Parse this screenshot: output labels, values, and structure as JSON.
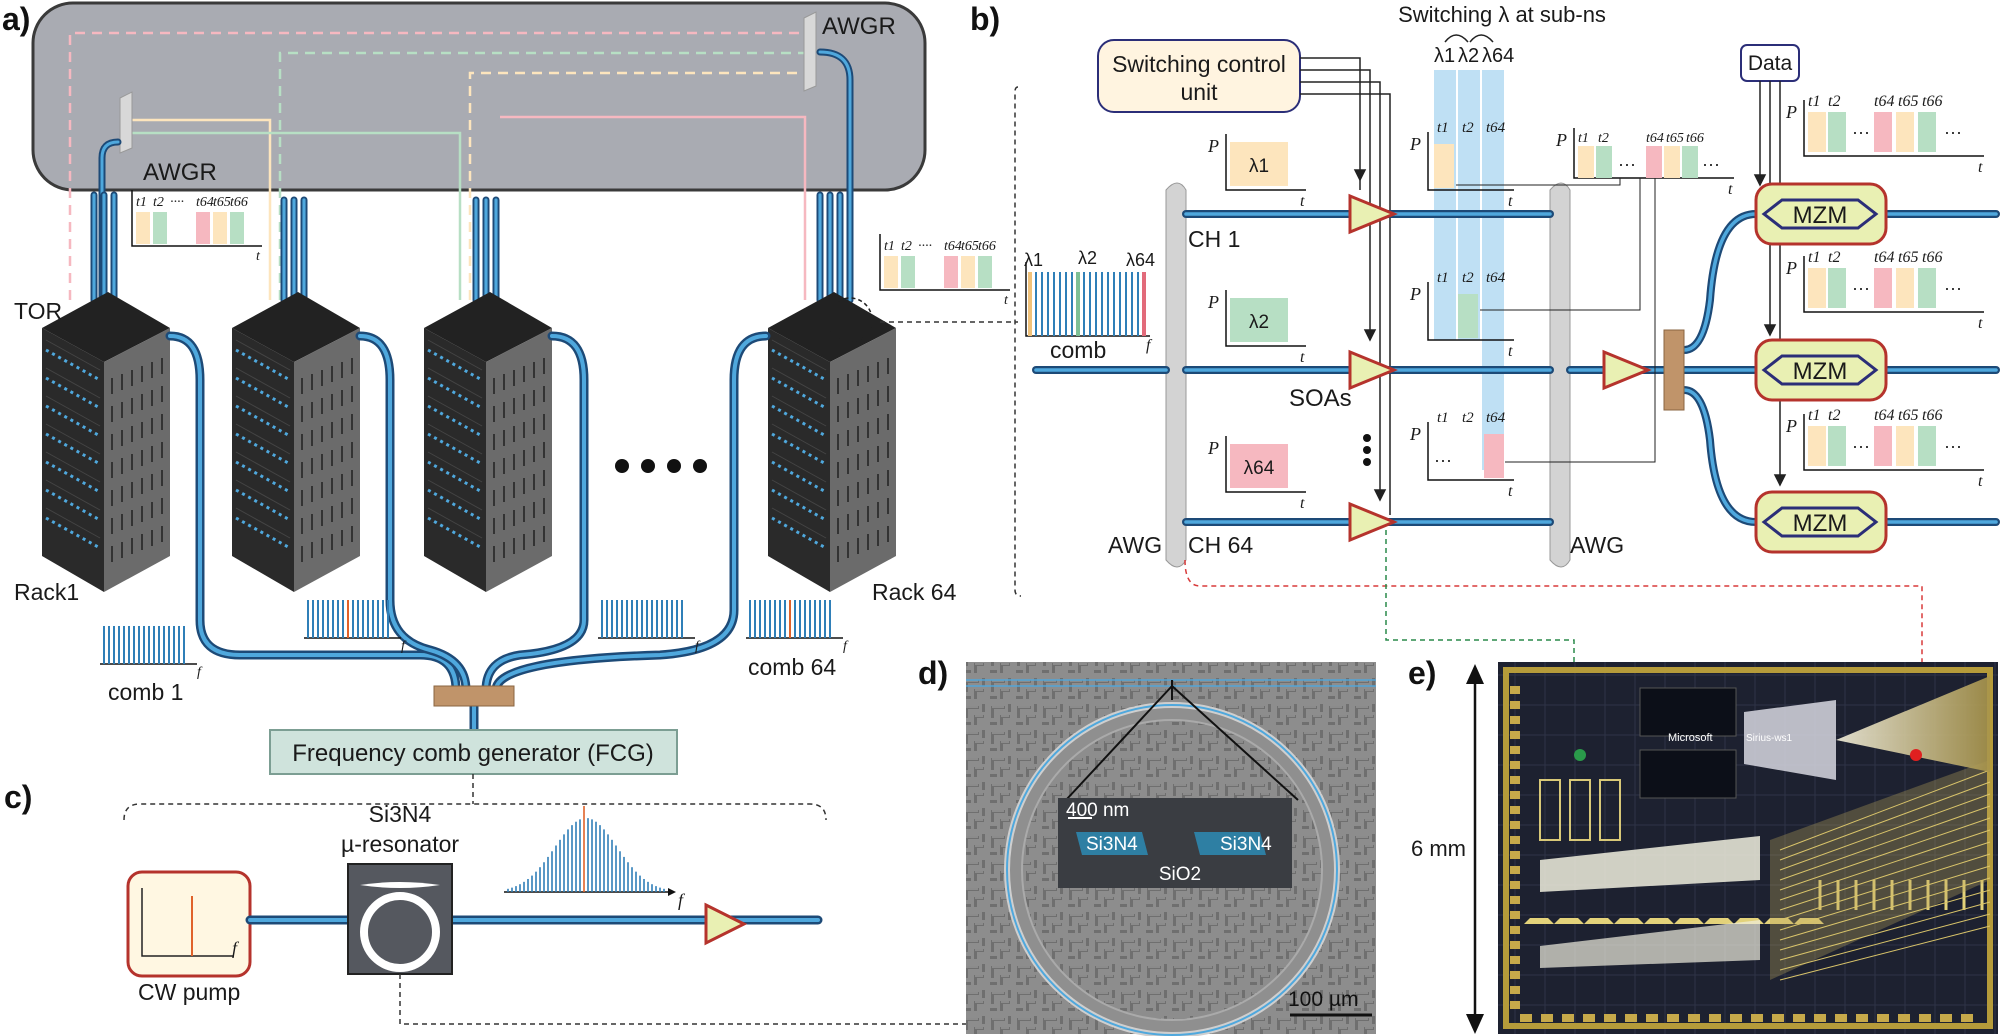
{
  "panels": {
    "a": "a)",
    "b": "b)",
    "c": "c)",
    "d": "d)",
    "e": "e)"
  },
  "colors": {
    "fiber_outer": "#1d4a77",
    "fiber_inner": "#4fa8dd",
    "slot_yellow": "#fde5bd",
    "slot_green": "#b7dfc4",
    "slot_pink": "#f6b8c0",
    "soa_fill": "#e9f0b3",
    "soa_edge": "#b5332c",
    "coupler": "#c0946a",
    "fcg_fill": "#cfe3dc",
    "highlight_blue": "#a9d6f0"
  },
  "a": {
    "awgr_left": "AWGR",
    "awgr_right": "AWGR",
    "tor": "TOR",
    "rack1": "Rack1",
    "rack64": "Rack 64",
    "comb1": "comb 1",
    "comb64": "comb 64",
    "fcg": "Frequency comb generator (FCG)",
    "slots": [
      "t1",
      "t2",
      "····",
      "t64",
      "t65",
      "t66"
    ],
    "axis_t": "t",
    "axis_f": "f"
  },
  "b": {
    "switching_title": "Switching λ  at sub-ns",
    "lambda_heads": [
      "λ1",
      "λ2",
      "λ64"
    ],
    "scu": [
      "Switching control",
      "unit"
    ],
    "data": "Data",
    "comb": "comb",
    "comb_lambdas": [
      "λ1",
      "λ2",
      "λ64"
    ],
    "ch1": "CH 1",
    "ch64": "CH 64",
    "soas": "SOAs",
    "awg_left": "AWG",
    "awg_right": "AWG",
    "mzm": "MZM",
    "p": "P",
    "t": "t",
    "f": "f",
    "in_l1": "λ1",
    "in_l2": "λ2",
    "in_l64": "λ64",
    "slot_labels": [
      "t1",
      "t2",
      "t64",
      "t65",
      "t66"
    ],
    "dots": "···"
  },
  "c": {
    "resonator": [
      "Si3N4",
      "µ-resonator"
    ],
    "cw": "CW pump",
    "f": "f"
  },
  "d": {
    "scale": "400 nm",
    "waveguide": "Si3N4",
    "cladding": "SiO2",
    "bar": "100 µm"
  },
  "e": {
    "size": "6 mm",
    "chip_brand": "Microsoft",
    "chip_name": "Sirius-ws1"
  }
}
